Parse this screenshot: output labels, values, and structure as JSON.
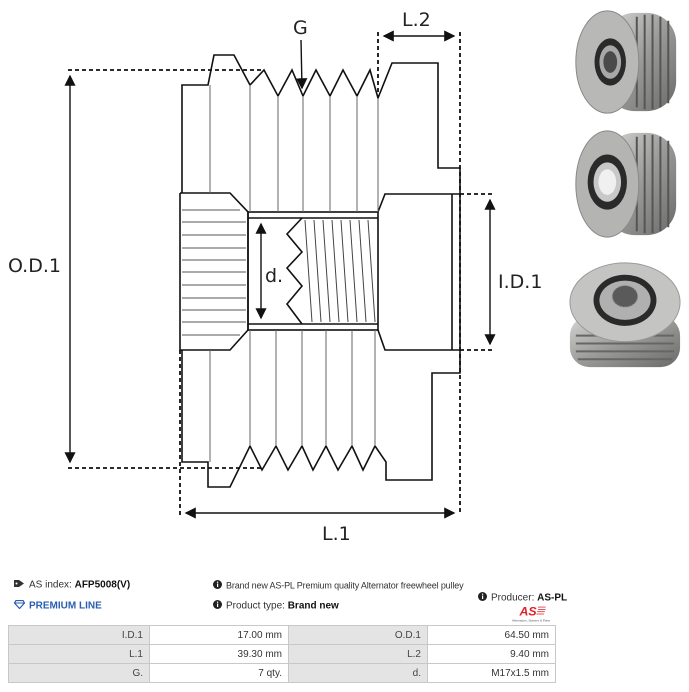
{
  "diagram": {
    "labels": {
      "groove": "G",
      "l2": "L.2",
      "od1": "O.D.1",
      "id1": "I.D.1",
      "thread": "d.",
      "l1": "L.1"
    }
  },
  "photos": [
    {
      "view": "front-angled"
    },
    {
      "view": "front-bore"
    },
    {
      "view": "rear-splined"
    }
  ],
  "info": {
    "index_label": "AS index:",
    "index_value": "AFP5008(V)",
    "premium_label": "PREMIUM LINE",
    "description": "Brand new AS-PL Premium quality Alternator freewheel pulley",
    "producer_label": "Producer:",
    "producer_value": "AS-PL",
    "type_label": "Product type:",
    "type_value": "Brand new",
    "logo_text": "AS",
    "logo_tagline": "Alternators, Starters & Parts"
  },
  "colors": {
    "premium": "#2a5db0",
    "logo_red": "#e31e24"
  },
  "specs": [
    {
      "label1": "I.D.1",
      "value1": "17.00 mm",
      "label2": "O.D.1",
      "value2": "64.50 mm"
    },
    {
      "label1": "L.1",
      "value1": "39.30 mm",
      "label2": "L.2",
      "value2": "9.40 mm"
    },
    {
      "label1": "G.",
      "value1": "7 qty.",
      "label2": "d.",
      "value2": "M17x1.5 mm"
    }
  ]
}
